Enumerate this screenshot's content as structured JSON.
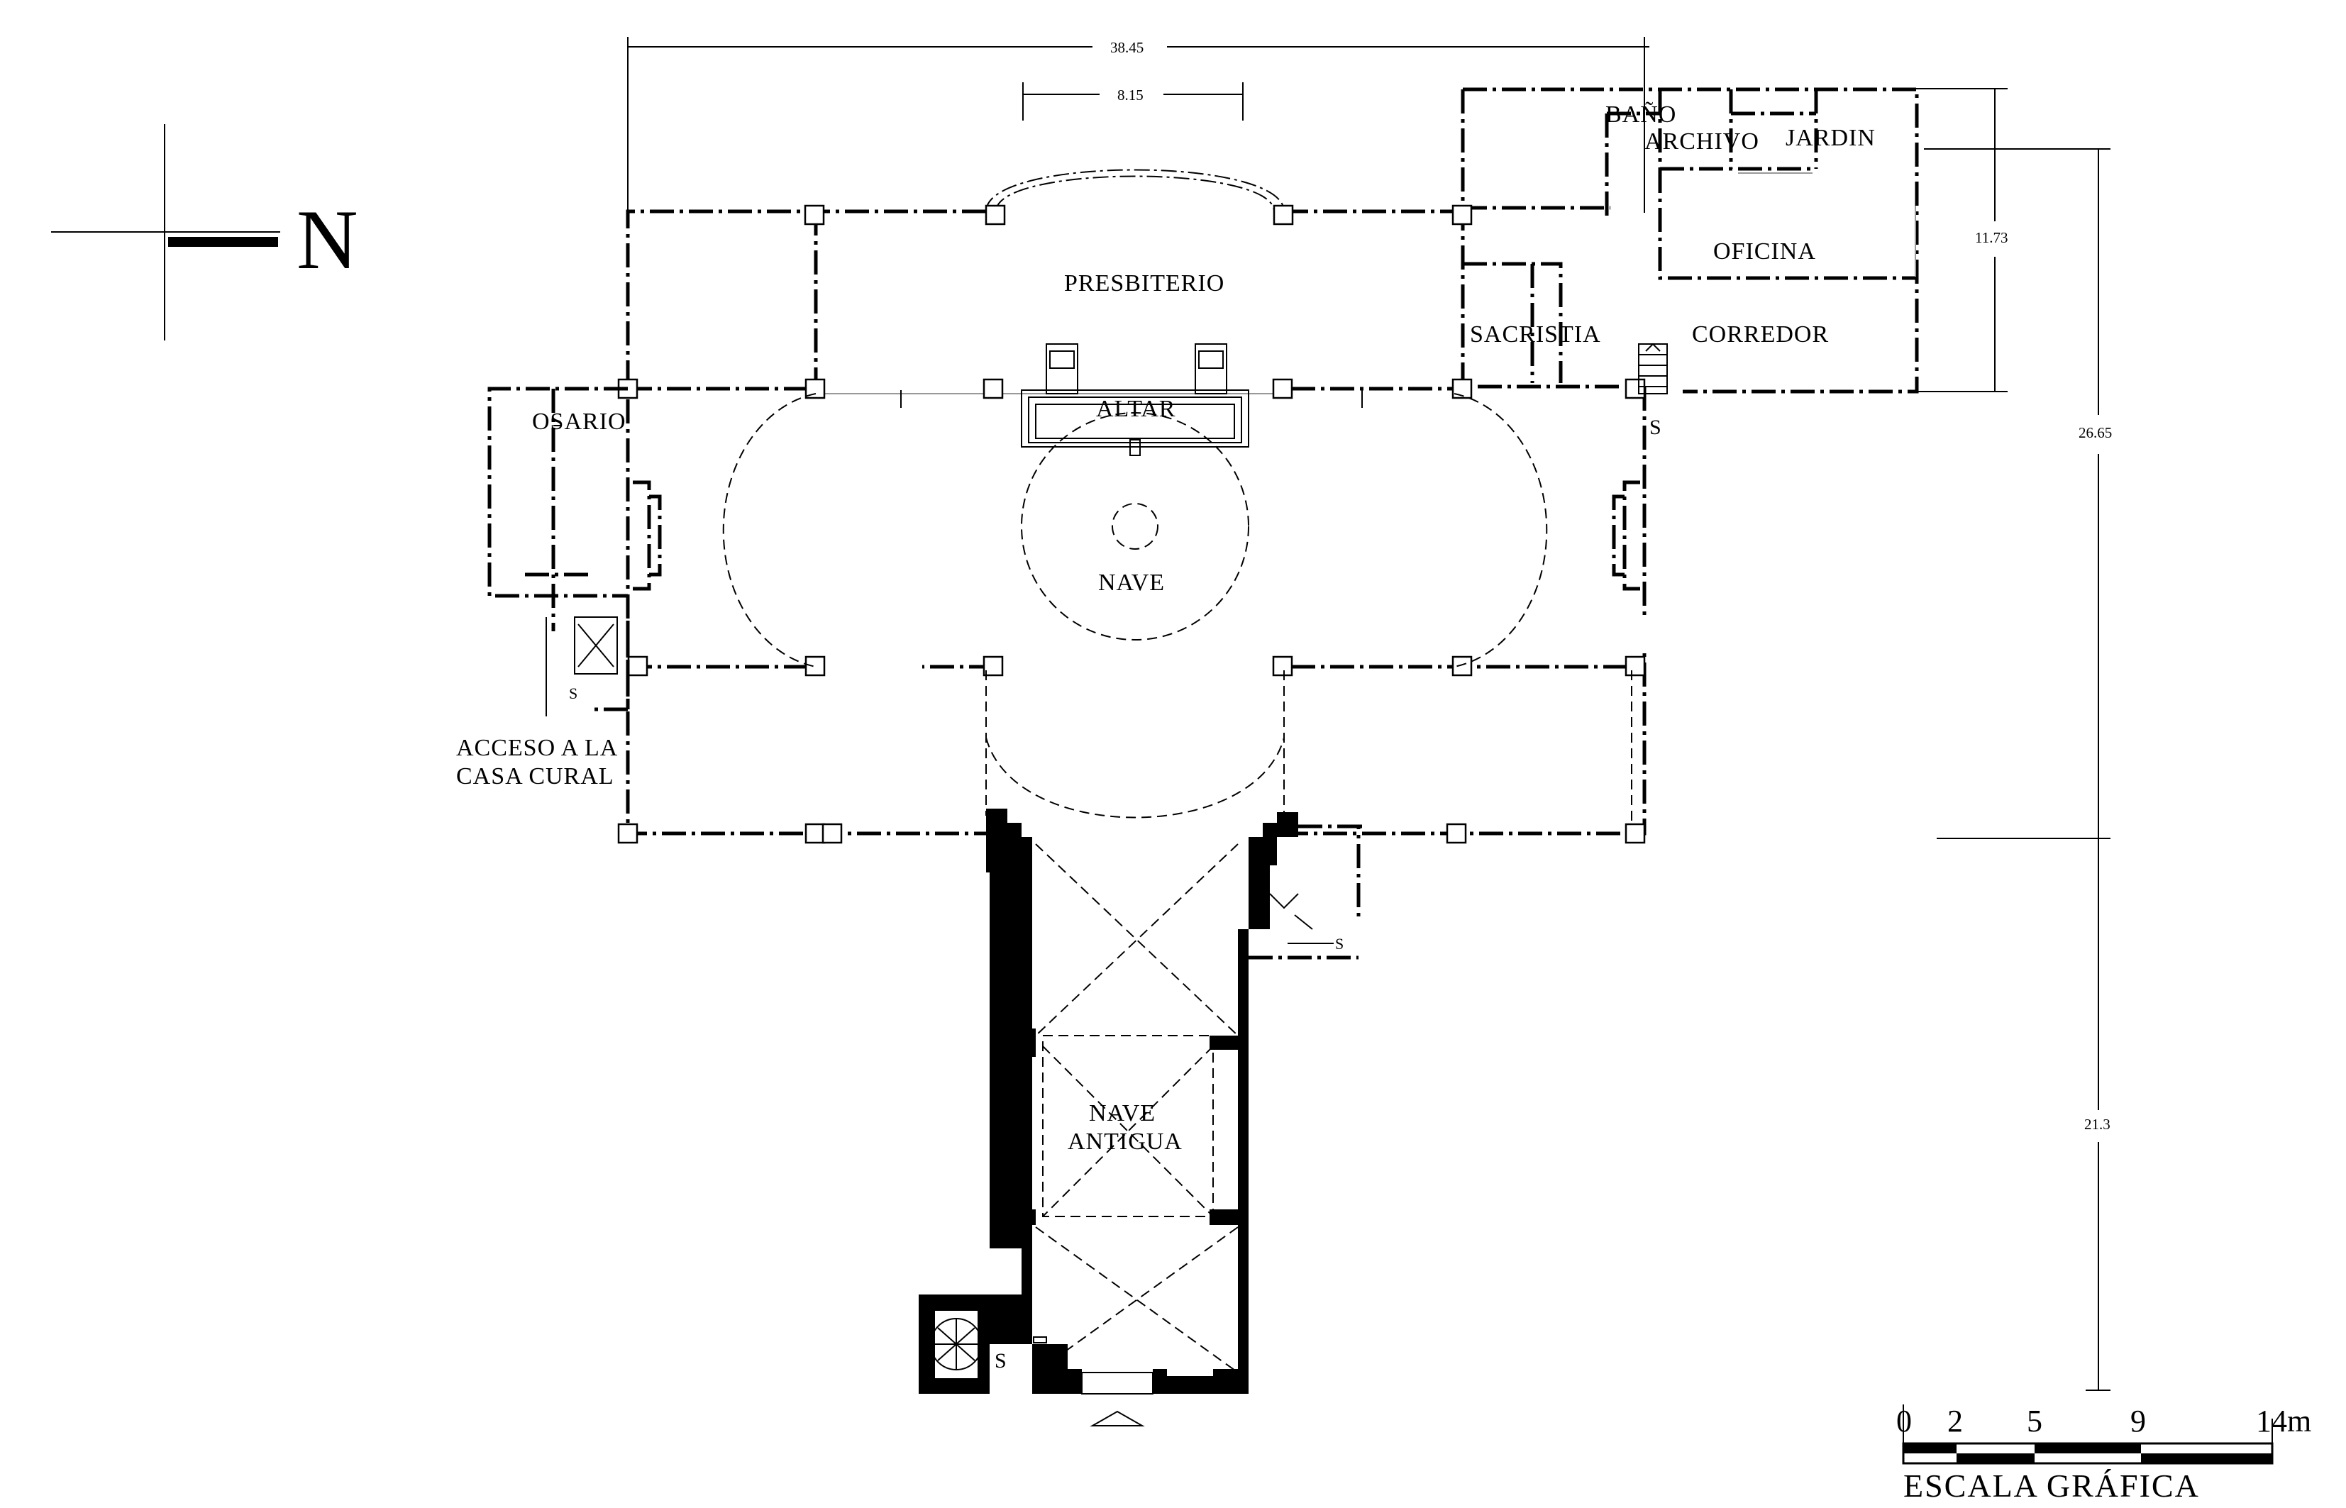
{
  "north_label": "N",
  "dimensions": {
    "overall_width": "38.45",
    "apse_width": "8.15",
    "annex_depth": "11.73",
    "nave_depth": "26.65",
    "old_nave_depth": "21.3"
  },
  "rooms": {
    "bano": "BAÑO",
    "archivo": "ARCHIVO",
    "jardin": "JARDIN",
    "oficina": "OFICINA",
    "sacristia": "SACRISTIA",
    "corredor": "CORREDOR",
    "presbiterio": "PRESBITERIO",
    "altar": "ALTAR",
    "osario": "OSARIO",
    "nave": "NAVE",
    "nave_antigua_1": "NAVE",
    "nave_antigua_2": "ANTIGUA",
    "acceso_1": "ACCESO A LA",
    "acceso_2": "CASA CURAL"
  },
  "stair_marks": {
    "s1": "S",
    "s2": "S",
    "s3": "S",
    "s4": "S"
  },
  "scale": {
    "ticks": [
      "0",
      "2",
      "5",
      "9",
      "14m"
    ],
    "title": "ESCALA GRÁFICA"
  }
}
